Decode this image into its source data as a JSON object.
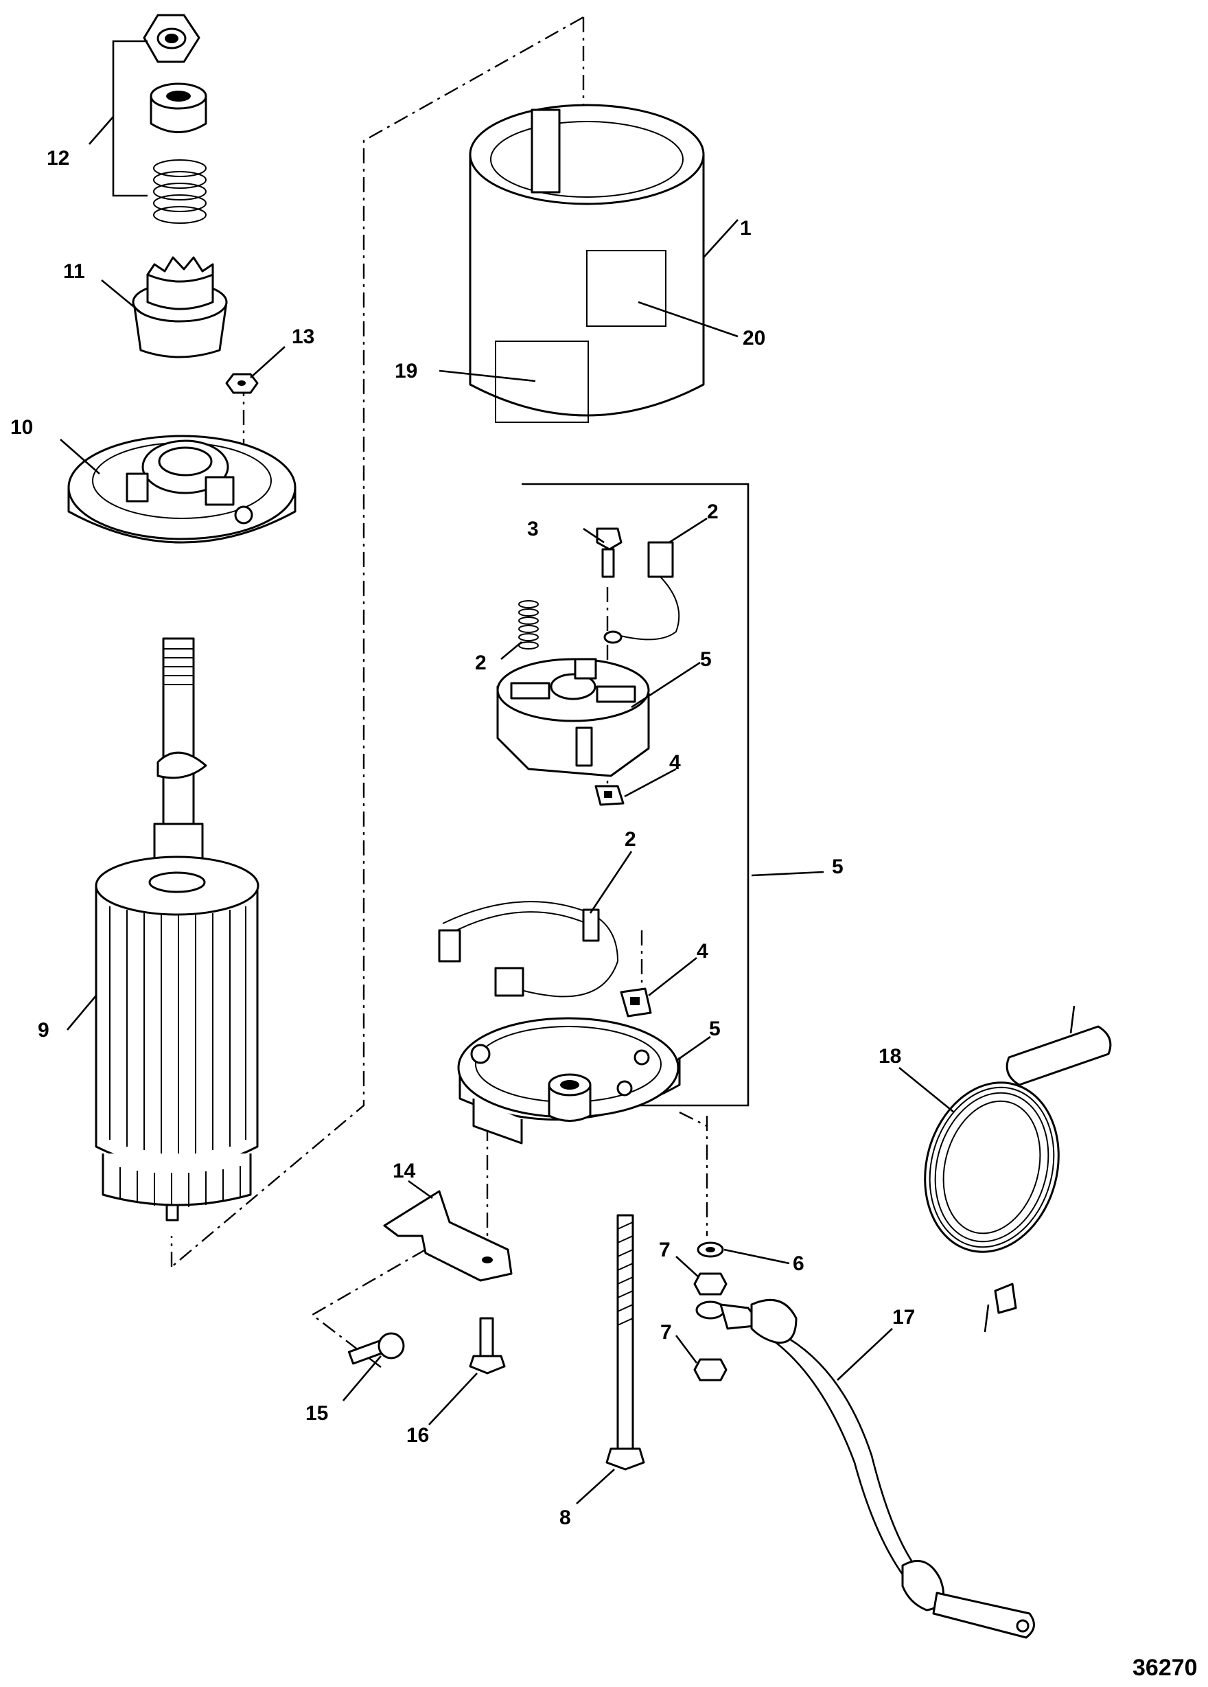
{
  "figure_number": "36270",
  "callouts": {
    "c1": "1",
    "c2a": "2",
    "c2b": "2",
    "c2c": "2",
    "c3": "3",
    "c4a": "4",
    "c4b": "4",
    "c5a": "5",
    "c5b": "5",
    "c5c": "5",
    "c6": "6",
    "c7a": "7",
    "c7b": "7",
    "c8": "8",
    "c9": "9",
    "c10": "10",
    "c11": "11",
    "c12": "12",
    "c13": "13",
    "c14": "14",
    "c15": "15",
    "c16": "16",
    "c17": "17",
    "c18": "18",
    "c19": "19",
    "c20": "20"
  }
}
